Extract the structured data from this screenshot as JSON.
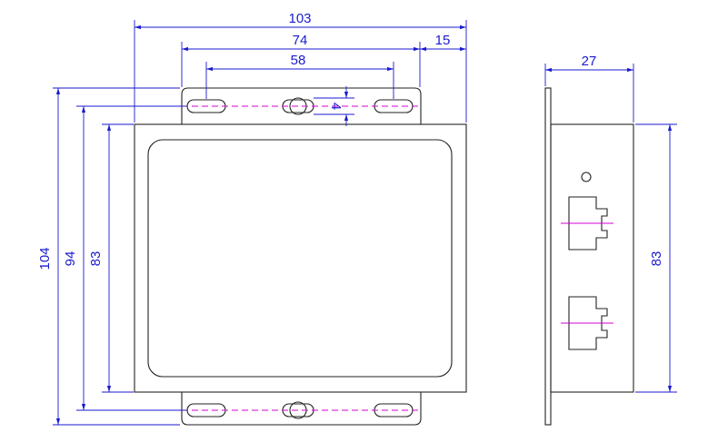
{
  "colors": {
    "outline": "#222222",
    "dimension": "#1a1ad0",
    "centerline": "#d400d4",
    "background": "#ffffff"
  },
  "dimensions": {
    "overall_width": "103",
    "hole_span_outer": "74",
    "hole_span_inner": "58",
    "flange_offset": "15",
    "flange_thickness": "4",
    "overall_height": "104",
    "hole_height": "94",
    "body_height": "83",
    "side_depth": "27",
    "side_height": "83"
  }
}
